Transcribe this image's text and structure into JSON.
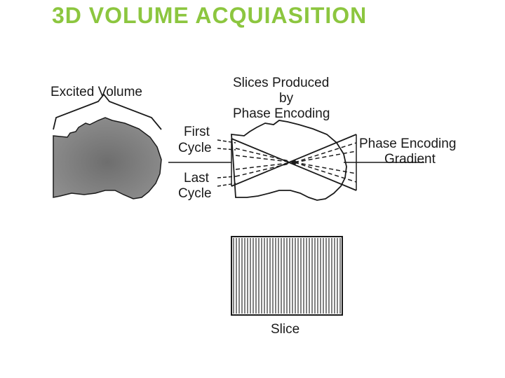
{
  "slide": {
    "title": "3D VOLUME ACQUIASITION",
    "title_color": "#8cc63f"
  },
  "diagram": {
    "excited_volume_label": "Excited Volume",
    "slices_label_line1": "Slices Produced",
    "slices_label_line2": "by",
    "slices_label_line3": "Phase Encoding",
    "first_cycle_line1": "First",
    "first_cycle_line2": "Cycle",
    "last_cycle_line1": "Last",
    "last_cycle_line2": "Cycle",
    "gradient_label_line1": "Phase Encoding",
    "gradient_label_line2": "Gradient",
    "slice_label": "Slice",
    "head_fill_color": "#8a8a8a",
    "line_color": "#1a1a1a"
  }
}
